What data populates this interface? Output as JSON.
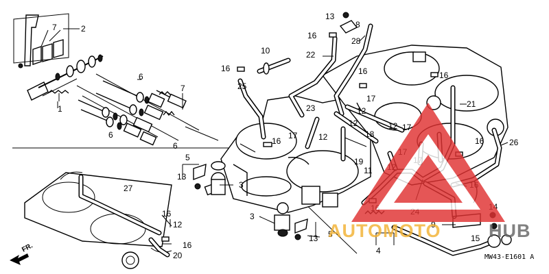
{
  "diagram": {
    "callouts": [
      "1",
      "2",
      "3",
      "4",
      "5",
      "6",
      "7",
      "8",
      "9",
      "10",
      "11",
      "12",
      "13",
      "14",
      "15",
      "16",
      "17",
      "18",
      "19",
      "20",
      "21",
      "22",
      "23",
      "24",
      "25",
      "26",
      "27",
      "28"
    ],
    "diagram_code": "MW43-E1601 A",
    "direction_label": "FR."
  },
  "watermark": {
    "brand_part1": "AUTOMOTO",
    "brand_part2": "HUB",
    "color_red": "#e03232",
    "color_gold": "#f2b233",
    "color_gray": "#666666"
  },
  "icons": [
    "front-arrow-icon",
    "watermark-triangle-icon"
  ]
}
